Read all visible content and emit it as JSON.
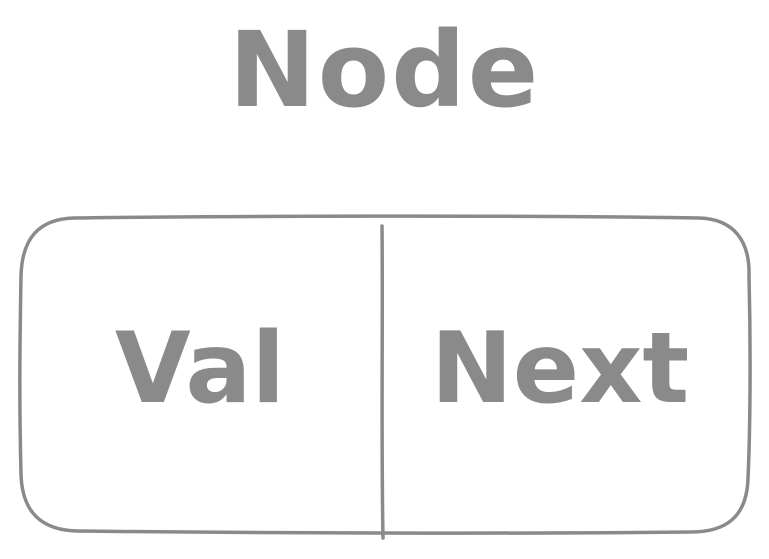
{
  "diagram": {
    "title": "Node",
    "fields": [
      {
        "label": "Val"
      },
      {
        "label": "Next"
      }
    ],
    "stroke_color": "#8a8a8a"
  }
}
